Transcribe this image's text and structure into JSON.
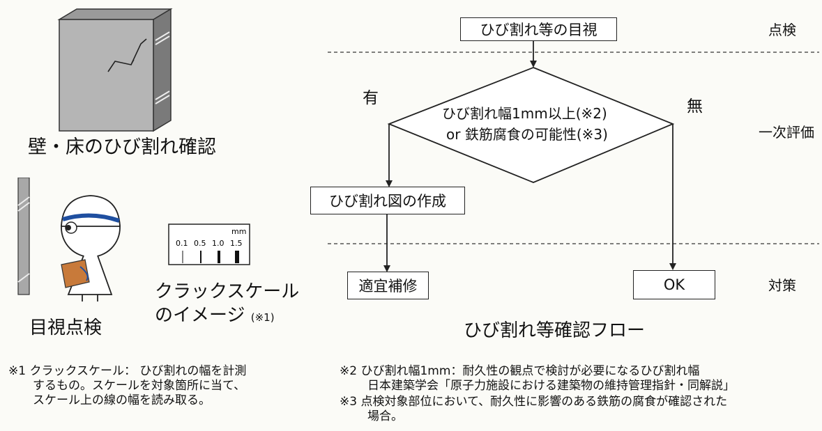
{
  "illustrations": {
    "wall_caption": "壁・床のひび割れ確認",
    "inspection_caption": "目視点検",
    "scale_caption_line1": "クラックスケール",
    "scale_caption_line2": "のイメージ",
    "scale_caption_note": "(※1)",
    "scale": {
      "unit": "mm",
      "ticks": [
        "0.1",
        "0.5",
        "1.0",
        "1.5"
      ]
    }
  },
  "flow": {
    "title": "ひび割れ等確認フロー",
    "start_box": "ひび割れ等の目視",
    "decision_line1": "ひび割れ幅1mm以上(※2)",
    "decision_line2": "or 鉄筋腐食の可能性(※3)",
    "branch_yes": "有",
    "branch_no": "無",
    "map_box": "ひび割れ図の作成",
    "repair_box": "適宜補修",
    "ok_box": "OK",
    "stages": [
      "点検",
      "一次評価",
      "対策"
    ]
  },
  "notes": {
    "note1": [
      "※1 クラックスケール： ひび割れの幅を計測",
      "するもの。スケールを対象箇所に当て、",
      "スケール上の線の幅を読み取る。"
    ],
    "note2": [
      "※2 ひび割れ幅1mm：耐久性の観点で検討が必要になるひび割れ幅",
      "日本建築学会「原子力施設における建築物の維持管理指針・同解説」"
    ],
    "note3": [
      "※3 点検対象部位において、耐久性に影響のある鉄筋の腐食が確認された",
      "場合。"
    ]
  }
}
